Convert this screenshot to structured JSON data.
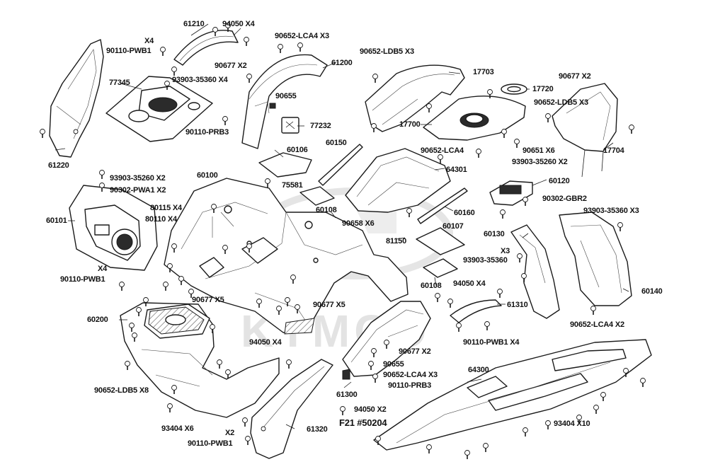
{
  "diagram": {
    "figure_id": "F21 #50204",
    "watermark": "KYMCO",
    "labels": [
      {
        "id": "61210",
        "text": "61210"
      },
      {
        "id": "94050-x4-top",
        "text": "94050 X4"
      },
      {
        "id": "90652-lca4-x3-top",
        "text": "90652-LCA4 X3"
      },
      {
        "id": "x4-top-left",
        "text": "X4"
      },
      {
        "id": "90110-pwb1-top",
        "text": "90110-PWB1"
      },
      {
        "id": "90677-x2-top",
        "text": "90677 X2"
      },
      {
        "id": "61200",
        "text": "61200"
      },
      {
        "id": "90652-ldb5-x3-top",
        "text": "90652-LDB5 X3"
      },
      {
        "id": "93903-35360-x4",
        "text": "93903-35360 X4"
      },
      {
        "id": "77345",
        "text": "77345"
      },
      {
        "id": "90655-top",
        "text": "90655"
      },
      {
        "id": "17703",
        "text": "17703"
      },
      {
        "id": "90677-x2-right",
        "text": "90677  X2"
      },
      {
        "id": "17720",
        "text": "17720"
      },
      {
        "id": "90652-ldb5-x3-right",
        "text": "90652-LDB5 X3"
      },
      {
        "id": "77232",
        "text": "77232"
      },
      {
        "id": "90110-prb3-top",
        "text": "90110-PRB3"
      },
      {
        "id": "17700",
        "text": "17700"
      },
      {
        "id": "61220",
        "text": "61220"
      },
      {
        "id": "60106",
        "text": "60106"
      },
      {
        "id": "60150",
        "text": "60150"
      },
      {
        "id": "90652-lca4",
        "text": "90652-LCA4"
      },
      {
        "id": "90651-x6",
        "text": "90651 X6"
      },
      {
        "id": "17704",
        "text": "17704"
      },
      {
        "id": "93903-35260-x2-right",
        "text": "93903-35260 X2"
      },
      {
        "id": "64301",
        "text": "64301"
      },
      {
        "id": "93903-35260-x2-left",
        "text": "93903-35260 X2"
      },
      {
        "id": "60100",
        "text": "60100"
      },
      {
        "id": "75581",
        "text": "75581"
      },
      {
        "id": "60120",
        "text": "60120"
      },
      {
        "id": "90302-pwa1-x2",
        "text": "90302-PWA1 X2"
      },
      {
        "id": "90302-gbr2",
        "text": "90302-GBR2"
      },
      {
        "id": "80115-x4",
        "text": "80115 X4"
      },
      {
        "id": "60108-top",
        "text": "60108"
      },
      {
        "id": "60160",
        "text": "60160"
      },
      {
        "id": "93903-35360-x3-right",
        "text": "93903-35360 X3"
      },
      {
        "id": "80110-x4",
        "text": "80110 X4"
      },
      {
        "id": "60101",
        "text": "60101"
      },
      {
        "id": "90658-x6",
        "text": "90658 X6"
      },
      {
        "id": "60107",
        "text": "60107"
      },
      {
        "id": "60130",
        "text": "60130"
      },
      {
        "id": "81150",
        "text": "81150"
      },
      {
        "id": "x3-mid",
        "text": "X3"
      },
      {
        "id": "93903-35360-mid",
        "text": "93903-35360"
      },
      {
        "id": "x4-mid-left",
        "text": "X4"
      },
      {
        "id": "90110-pwb1-mid",
        "text": "90110-PWB1"
      },
      {
        "id": "60108-mid",
        "text": "60108"
      },
      {
        "id": "94050-x4-mid",
        "text": "94050 X4"
      },
      {
        "id": "60140",
        "text": "60140"
      },
      {
        "id": "90677-x5-left",
        "text": "90677 X5"
      },
      {
        "id": "90677-x5-right",
        "text": "90677 X5"
      },
      {
        "id": "61310",
        "text": "61310"
      },
      {
        "id": "60200",
        "text": "60200"
      },
      {
        "id": "90652-lca4-x2",
        "text": "90652-LCA4 X2"
      },
      {
        "id": "94050-x4-low",
        "text": "94050  X4"
      },
      {
        "id": "90110-pwb1-x4",
        "text": "90110-PWB1 X4"
      },
      {
        "id": "90677-x2-low",
        "text": "90677 X2"
      },
      {
        "id": "90655-low",
        "text": "90655"
      },
      {
        "id": "90652-lca4-x3-low",
        "text": "90652-LCA4 X3"
      },
      {
        "id": "64300",
        "text": "64300"
      },
      {
        "id": "90652-ldb5-x8",
        "text": "90652-LDB5 X8"
      },
      {
        "id": "90110-prb3-low",
        "text": "90110-PRB3"
      },
      {
        "id": "61300",
        "text": "61300"
      },
      {
        "id": "94050-x2",
        "text": "94050  X2"
      },
      {
        "id": "93404-x6",
        "text": "93404 X6"
      },
      {
        "id": "93404-x10",
        "text": "93404 X10"
      },
      {
        "id": "x2-low-left",
        "text": "X2"
      },
      {
        "id": "61320",
        "text": "61320"
      },
      {
        "id": "90110-pwb1-low",
        "text": "90110-PWB1"
      }
    ]
  }
}
